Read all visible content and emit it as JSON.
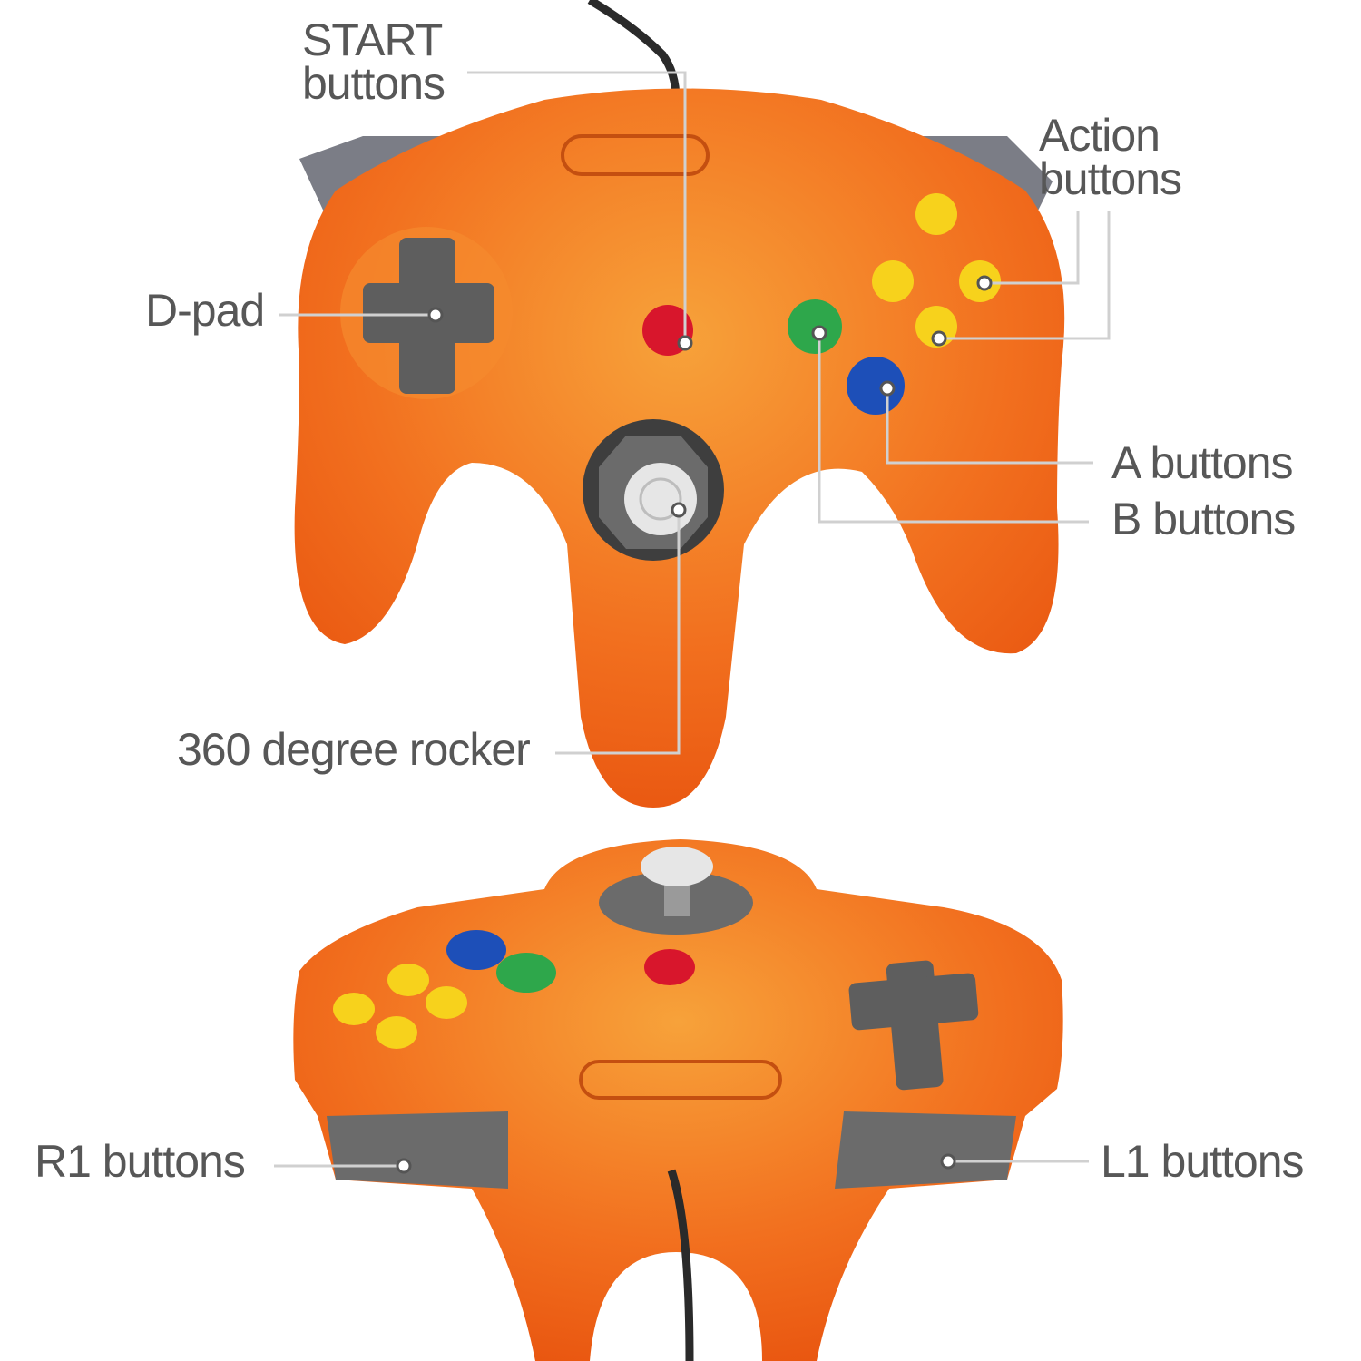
{
  "labels": {
    "start": [
      "START",
      "buttons"
    ],
    "action": [
      "Action",
      "buttons"
    ],
    "dpad": "D-pad",
    "a_buttons": "A buttons",
    "b_buttons": "B buttons",
    "rocker": "360 degree rocker",
    "r1": "R1 buttons",
    "l1": "L1 buttons"
  },
  "colors": {
    "body": "#f26a1b",
    "start_button": "#d8162c",
    "a_button": "#1d4fb8",
    "b_button": "#2ea74b",
    "c_buttons": "#f7d21c",
    "gray_parts": "#6b6b6b",
    "label_text": "#575757",
    "leader_line": "#cfcfcf"
  }
}
